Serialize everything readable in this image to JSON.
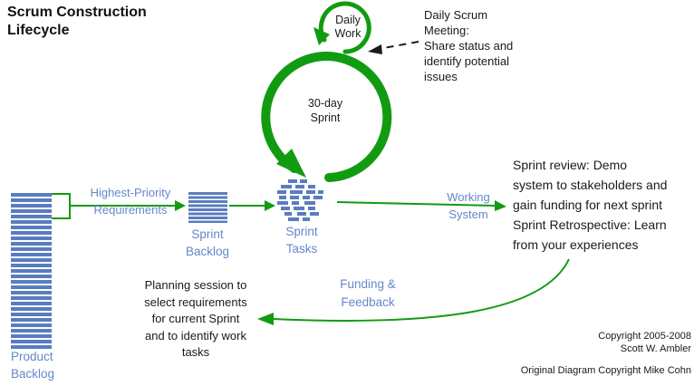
{
  "title": "Scrum Construction\nLifecycle",
  "nodes": {
    "daily_work": "Daily\nWork",
    "sprint": "30-day\nSprint",
    "product_backlog": "Product\nBacklog",
    "sprint_backlog": "Sprint\nBacklog",
    "sprint_tasks": "Sprint\nTasks"
  },
  "flows": {
    "highest_priority": "Highest-Priority\nRequirements",
    "working_system": "Working\nSystem",
    "funding_feedback": "Funding &\nFeedback"
  },
  "notes": {
    "daily_scrum": "Daily Scrum\nMeeting:\nShare status and\nidentify potential\nissues",
    "sprint_review": "Sprint review: Demo\nsystem to stakeholders and\ngain funding for next sprint\nSprint Retrospective: Learn\nfrom your experiences",
    "planning": "Planning session to\nselect requirements\nfor current Sprint\nand to identify work\ntasks"
  },
  "footer": {
    "copyright_ambler": "Copyright 2005-2008\nScott W. Ambler",
    "copyright_cohn": "Original Diagram Copyright Mike Cohn"
  },
  "colors": {
    "green": "#119b11",
    "blue-text": "#6687c9",
    "blue-stripe": "#5a7cc0",
    "ink": "#1a1a1a"
  }
}
